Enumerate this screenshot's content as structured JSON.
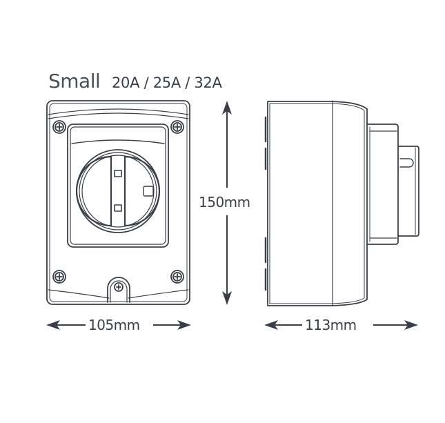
{
  "diagram": {
    "title": "Small",
    "ratings": "20A / 25A / 32A",
    "dimensions": {
      "height": "150mm",
      "front_width": "105mm",
      "side_depth": "113mm"
    },
    "views": [
      {
        "name": "front-view",
        "description": "Front of isolator switch enclosure with rotary handle and four corner screws"
      },
      {
        "name": "side-view",
        "description": "Side profile of isolator switch enclosure showing depth"
      }
    ],
    "colors": {
      "line": "#3a3f47",
      "background": "#ffffff"
    }
  }
}
